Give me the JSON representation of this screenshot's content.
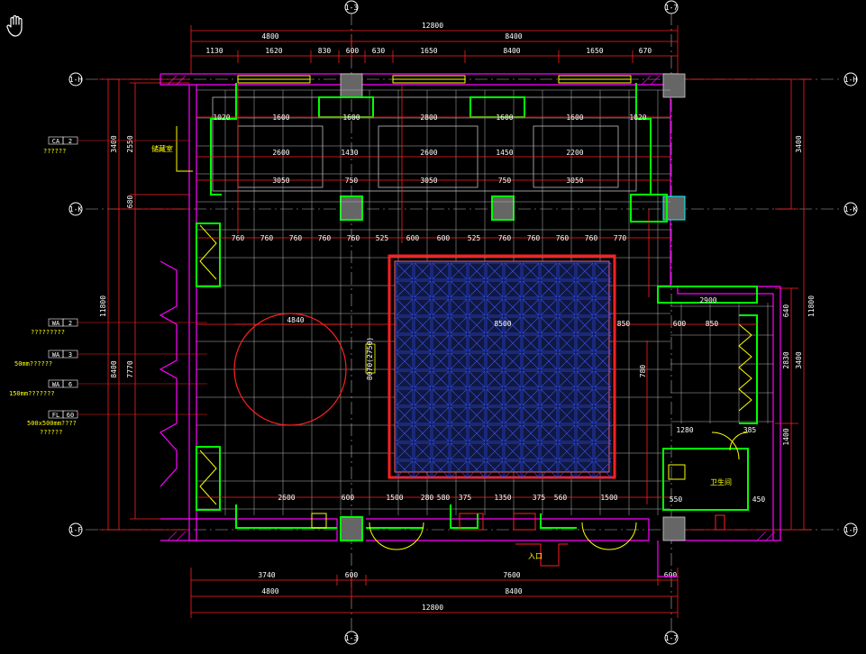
{
  "colors": {
    "background": "#000000",
    "dim": "#ff2020",
    "dim_text": "#ffffff",
    "wall": "#ff00ff",
    "grid": "#c0c0c0",
    "fixture": "#00ff00",
    "label": "#ffff00",
    "pattern": "#3050ff",
    "circle": "#ff2020",
    "axis": "#ffffff",
    "accent": "#00ffff"
  },
  "cursor_icon": "hand-cursor-icon",
  "axes": {
    "top_left": "1-3",
    "top_right": "1-7",
    "bottom_left": "1-3",
    "bottom_right": "1-7",
    "left_top": "1-H",
    "left_mid": "1-K",
    "left_bot": "1-F",
    "right_top": "1-H",
    "right_mid": "1-K",
    "right_bot": "1-F"
  },
  "dims_top": {
    "total": "12800",
    "left": "4800",
    "right": "8400",
    "row": [
      "1130",
      "1620",
      "830",
      "600",
      "630",
      "1650",
      "8400",
      "1650",
      "670"
    ]
  },
  "dims_bottom": {
    "row": [
      "3740",
      "600",
      "7600",
      "600"
    ],
    "mid": [
      "4800",
      "8400"
    ],
    "total": "12800"
  },
  "dims_left": {
    "outer_top": "3400",
    "outer_top2": "2550",
    "small": "680",
    "outer_total": "11800",
    "outer_bot": "8400",
    "outer_bot2": "7770"
  },
  "dims_right": {
    "top": "3400",
    "total": "11800",
    "small": "640",
    "bot1": "2830",
    "bot2": "3400",
    "bot3": "1400"
  },
  "interior_dims": {
    "upper_row": [
      "1020",
      "1600",
      "2800",
      "1600",
      "1020"
    ],
    "lower_row": [
      "2600",
      "1430",
      "2600",
      "1450",
      "2200"
    ],
    "cabinet_row": [
      "3050",
      "750",
      "3050",
      "750",
      "3050"
    ],
    "grid_row": [
      "760",
      "760",
      "760",
      "760",
      "760",
      "525",
      "600",
      "600",
      "525",
      "760",
      "760",
      "760",
      "760",
      "770"
    ],
    "circle_label": "4840",
    "vertical_label": "8070(2750)",
    "center_label": "8500",
    "right_room": [
      "2900",
      "850",
      "600",
      "850"
    ],
    "right_side": [
      "780",
      "385"
    ],
    "bottom_row": [
      "2600",
      "600",
      "1500",
      "280",
      "580",
      "375",
      "1350",
      "375",
      "560",
      "1500"
    ],
    "wc_dims": [
      "1280",
      "550",
      "450"
    ]
  },
  "legend": [
    {
      "code": "CA",
      "num": "2",
      "text": "??????"
    },
    {
      "code": "WA",
      "num": "2",
      "text": "?????????"
    },
    {
      "code": "WA",
      "num": "3",
      "text": "50mm??????"
    },
    {
      "code": "WA",
      "num": "6",
      "text": "150mm???????"
    },
    {
      "code": "FL",
      "num": "60",
      "text": "500x500mm????",
      "text2": "??????"
    }
  ],
  "room_labels": {
    "door_label": "储藏室",
    "wc_label": "卫生间",
    "bottom_label": "入口"
  }
}
